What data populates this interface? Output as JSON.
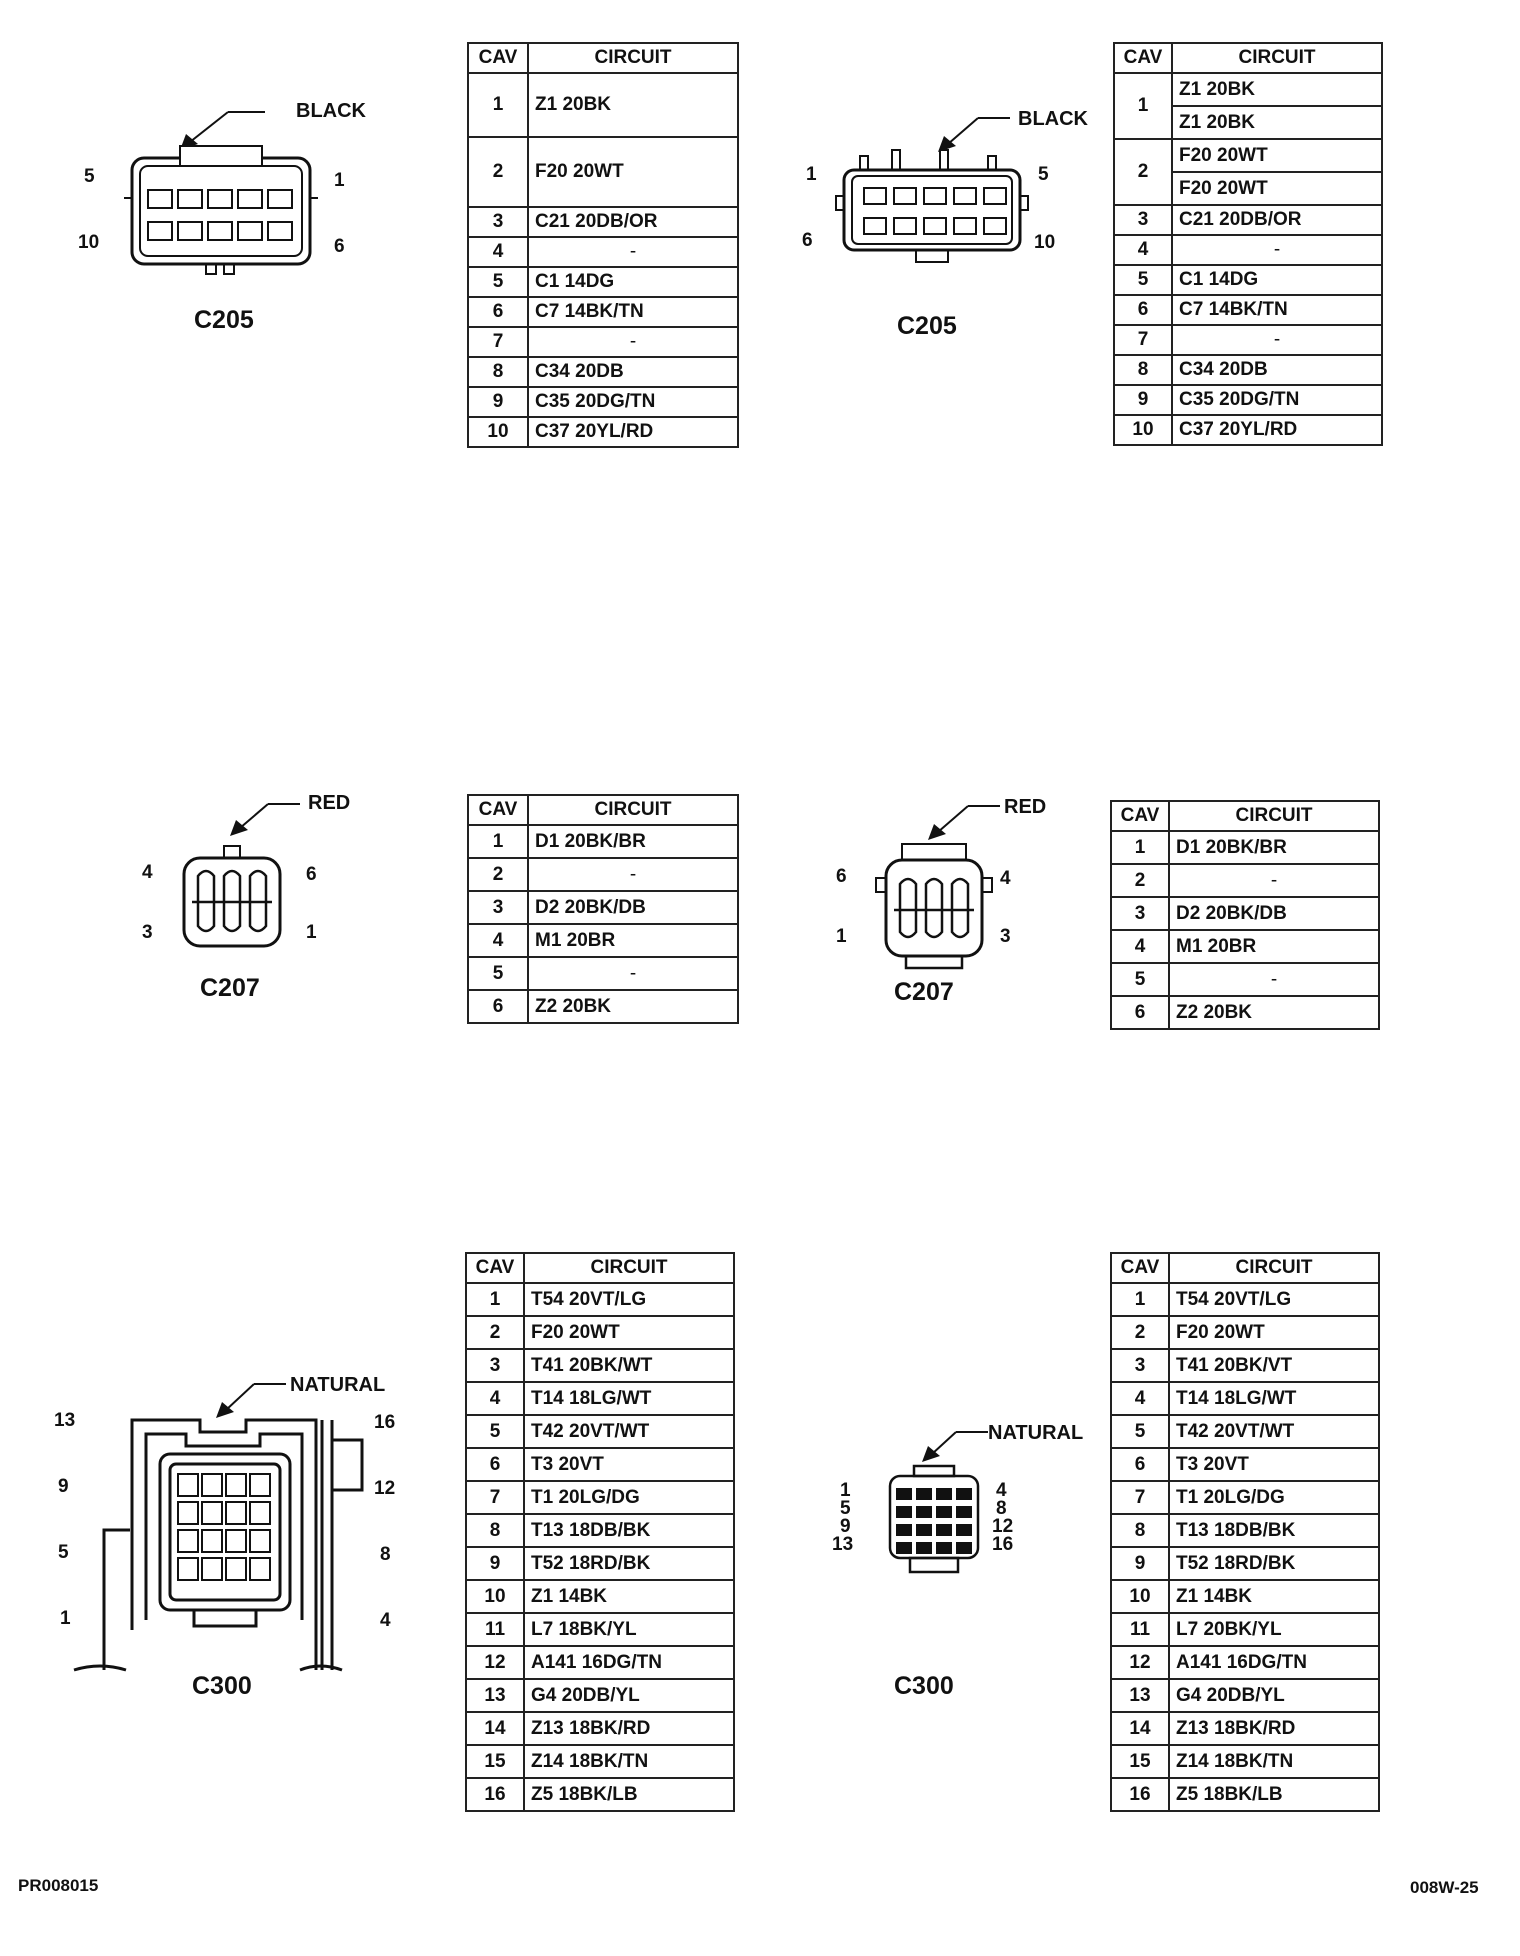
{
  "headers": {
    "cav": "CAV",
    "circuit": "CIRCUIT"
  },
  "footer": {
    "left_code": "PR008015",
    "right_code": "008W-25"
  },
  "connectors": {
    "c205_left": {
      "name": "C205",
      "color": "BLACK",
      "pins": [
        "5",
        "1",
        "10",
        "6"
      ],
      "rows": [
        {
          "cav": "1",
          "circuit": [
            "Z1 20BK"
          ]
        },
        {
          "cav": "2",
          "circuit": [
            "F20 20WT"
          ]
        },
        {
          "cav": "3",
          "circuit": [
            "C21 20DB/OR"
          ]
        },
        {
          "cav": "4",
          "circuit": [
            "-"
          ]
        },
        {
          "cav": "5",
          "circuit": [
            "C1 14DG"
          ]
        },
        {
          "cav": "6",
          "circuit": [
            "C7 14BK/TN"
          ]
        },
        {
          "cav": "7",
          "circuit": [
            "-"
          ]
        },
        {
          "cav": "8",
          "circuit": [
            "C34 20DB"
          ]
        },
        {
          "cav": "9",
          "circuit": [
            "C35 20DG/TN"
          ]
        },
        {
          "cav": "10",
          "circuit": [
            "C37 20YL/RD"
          ]
        }
      ]
    },
    "c205_right": {
      "name": "C205",
      "color": "BLACK",
      "pins": [
        "1",
        "5",
        "6",
        "10"
      ],
      "rows": [
        {
          "cav": "1",
          "circuit": [
            "Z1 20BK",
            "Z1 20BK"
          ]
        },
        {
          "cav": "2",
          "circuit": [
            "F20 20WT",
            "F20 20WT"
          ]
        },
        {
          "cav": "3",
          "circuit": [
            "C21 20DB/OR"
          ]
        },
        {
          "cav": "4",
          "circuit": [
            "-"
          ]
        },
        {
          "cav": "5",
          "circuit": [
            "C1 14DG"
          ]
        },
        {
          "cav": "6",
          "circuit": [
            "C7 14BK/TN"
          ]
        },
        {
          "cav": "7",
          "circuit": [
            "-"
          ]
        },
        {
          "cav": "8",
          "circuit": [
            "C34 20DB"
          ]
        },
        {
          "cav": "9",
          "circuit": [
            "C35 20DG/TN"
          ]
        },
        {
          "cav": "10",
          "circuit": [
            "C37 20YL/RD"
          ]
        }
      ]
    },
    "c207_left": {
      "name": "C207",
      "color": "RED",
      "pins": [
        "4",
        "6",
        "3",
        "1"
      ],
      "rows": [
        {
          "cav": "1",
          "circuit": [
            "D1 20BK/BR"
          ]
        },
        {
          "cav": "2",
          "circuit": [
            "-"
          ]
        },
        {
          "cav": "3",
          "circuit": [
            "D2 20BK/DB"
          ]
        },
        {
          "cav": "4",
          "circuit": [
            "M1 20BR"
          ]
        },
        {
          "cav": "5",
          "circuit": [
            "-"
          ]
        },
        {
          "cav": "6",
          "circuit": [
            "Z2 20BK"
          ]
        }
      ]
    },
    "c207_right": {
      "name": "C207",
      "color": "RED",
      "pins": [
        "6",
        "4",
        "1",
        "3"
      ],
      "rows": [
        {
          "cav": "1",
          "circuit": [
            "D1 20BK/BR"
          ]
        },
        {
          "cav": "2",
          "circuit": [
            "-"
          ]
        },
        {
          "cav": "3",
          "circuit": [
            "D2 20BK/DB"
          ]
        },
        {
          "cav": "4",
          "circuit": [
            "M1 20BR"
          ]
        },
        {
          "cav": "5",
          "circuit": [
            "-"
          ]
        },
        {
          "cav": "6",
          "circuit": [
            "Z2 20BK"
          ]
        }
      ]
    },
    "c300_left": {
      "name": "C300",
      "color": "NATURAL",
      "pins": [
        "13",
        "16",
        "9",
        "12",
        "5",
        "8",
        "1",
        "4"
      ],
      "rows": [
        {
          "cav": "1",
          "circuit": [
            "T54 20VT/LG"
          ]
        },
        {
          "cav": "2",
          "circuit": [
            "F20 20WT"
          ]
        },
        {
          "cav": "3",
          "circuit": [
            "T41 20BK/WT"
          ]
        },
        {
          "cav": "4",
          "circuit": [
            "T14 18LG/WT"
          ]
        },
        {
          "cav": "5",
          "circuit": [
            "T42 20VT/WT"
          ]
        },
        {
          "cav": "6",
          "circuit": [
            "T3 20VT"
          ]
        },
        {
          "cav": "7",
          "circuit": [
            "T1 20LG/DG"
          ]
        },
        {
          "cav": "8",
          "circuit": [
            "T13 18DB/BK"
          ]
        },
        {
          "cav": "9",
          "circuit": [
            "T52 18RD/BK"
          ]
        },
        {
          "cav": "10",
          "circuit": [
            "Z1 14BK"
          ]
        },
        {
          "cav": "11",
          "circuit": [
            "L7 18BK/YL"
          ]
        },
        {
          "cav": "12",
          "circuit": [
            "A141 16DG/TN"
          ]
        },
        {
          "cav": "13",
          "circuit": [
            "G4 20DB/YL"
          ]
        },
        {
          "cav": "14",
          "circuit": [
            "Z13 18BK/RD"
          ]
        },
        {
          "cav": "15",
          "circuit": [
            "Z14 18BK/TN"
          ]
        },
        {
          "cav": "16",
          "circuit": [
            "Z5 18BK/LB"
          ]
        }
      ]
    },
    "c300_right": {
      "name": "C300",
      "color": "NATURAL",
      "pins": [
        "1",
        "4",
        "5",
        "8",
        "9",
        "12",
        "13",
        "16"
      ],
      "rows": [
        {
          "cav": "1",
          "circuit": [
            "T54 20VT/LG"
          ]
        },
        {
          "cav": "2",
          "circuit": [
            "F20 20WT"
          ]
        },
        {
          "cav": "3",
          "circuit": [
            "T41 20BK/VT"
          ]
        },
        {
          "cav": "4",
          "circuit": [
            "T14 18LG/WT"
          ]
        },
        {
          "cav": "5",
          "circuit": [
            "T42 20VT/WT"
          ]
        },
        {
          "cav": "6",
          "circuit": [
            "T3 20VT"
          ]
        },
        {
          "cav": "7",
          "circuit": [
            "T1 20LG/DG"
          ]
        },
        {
          "cav": "8",
          "circuit": [
            "T13 18DB/BK"
          ]
        },
        {
          "cav": "9",
          "circuit": [
            "T52 18RD/BK"
          ]
        },
        {
          "cav": "10",
          "circuit": [
            "Z1 14BK"
          ]
        },
        {
          "cav": "11",
          "circuit": [
            "L7 20BK/YL"
          ]
        },
        {
          "cav": "12",
          "circuit": [
            "A141 16DG/TN"
          ]
        },
        {
          "cav": "13",
          "circuit": [
            "G4 20DB/YL"
          ]
        },
        {
          "cav": "14",
          "circuit": [
            "Z13 18BK/RD"
          ]
        },
        {
          "cav": "15",
          "circuit": [
            "Z14 18BK/TN"
          ]
        },
        {
          "cav": "16",
          "circuit": [
            "Z5 18BK/LB"
          ]
        }
      ]
    }
  }
}
